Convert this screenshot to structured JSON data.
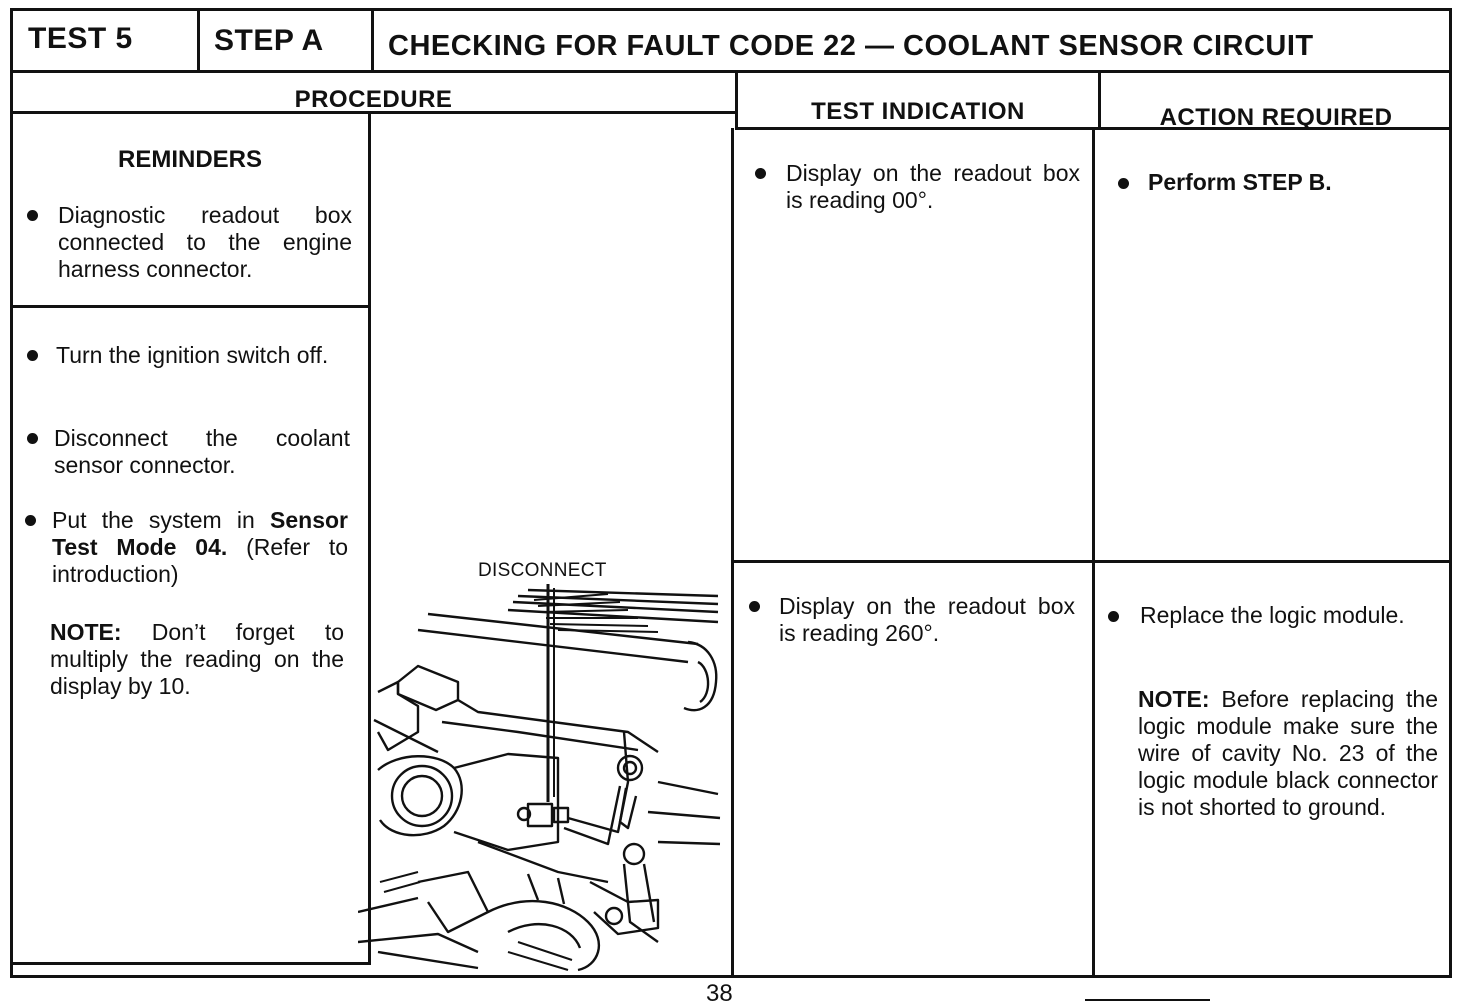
{
  "header": {
    "test": "TEST 5",
    "step": "STEP A",
    "title": "CHECKING FOR FAULT CODE 22 — COOLANT SENSOR CIRCUIT"
  },
  "columns": {
    "procedure": "PROCEDURE",
    "indication": "TEST INDICATION",
    "action": "ACTION REQUIRED"
  },
  "reminders": {
    "heading": "REMINDERS",
    "item": "Diagnostic readout box connected to the engine harness connector."
  },
  "procedure": {
    "step1": "Turn the ignition switch off.",
    "step2": "Disconnect the coolant sensor connector.",
    "step3_pre": "Put the system in ",
    "step3_bold": "Sensor Test Mode 04.",
    "step3_post": " (Refer to introduction)",
    "note_label": "NOTE:",
    "note_text": " Don’t forget to multiply the reading on the display by 10."
  },
  "figure": {
    "caption": "DISCONNECT"
  },
  "results": [
    {
      "indication": "Display on the readout box is reading 00°.",
      "action_bold": "Perform STEP B."
    },
    {
      "indication": "Display on the readout box is reading 260°.",
      "action": "Replace the logic module.",
      "note_label": "NOTE:",
      "note_text": " Before replacing the logic module make sure the wire of cavity No. 23 of the logic module black connector is not shorted to ground."
    }
  ],
  "page_number": "38"
}
